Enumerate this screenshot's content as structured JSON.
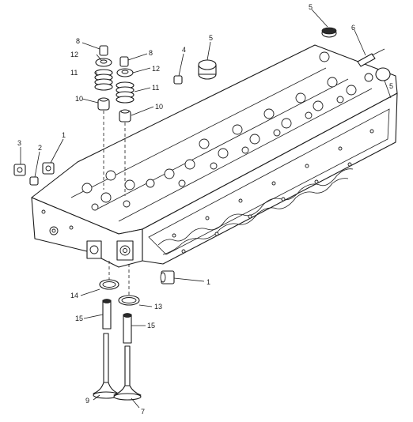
{
  "callouts": {
    "c1a": "1",
    "c1b": "1",
    "c2": "2",
    "c3": "3",
    "c4": "4",
    "c5a": "5",
    "c5b": "5",
    "c5c": "5",
    "c6": "6",
    "c7": "7",
    "c8a": "8",
    "c8b": "8",
    "c9": "9",
    "c10a": "10",
    "c10b": "10",
    "c11a": "11",
    "c11b": "11",
    "c12a": "12",
    "c12b": "12",
    "c13": "13",
    "c14": "14",
    "c15a": "15",
    "c15b": "15"
  },
  "colors": {
    "ink": "#1a1a1a",
    "background": "#ffffff"
  }
}
